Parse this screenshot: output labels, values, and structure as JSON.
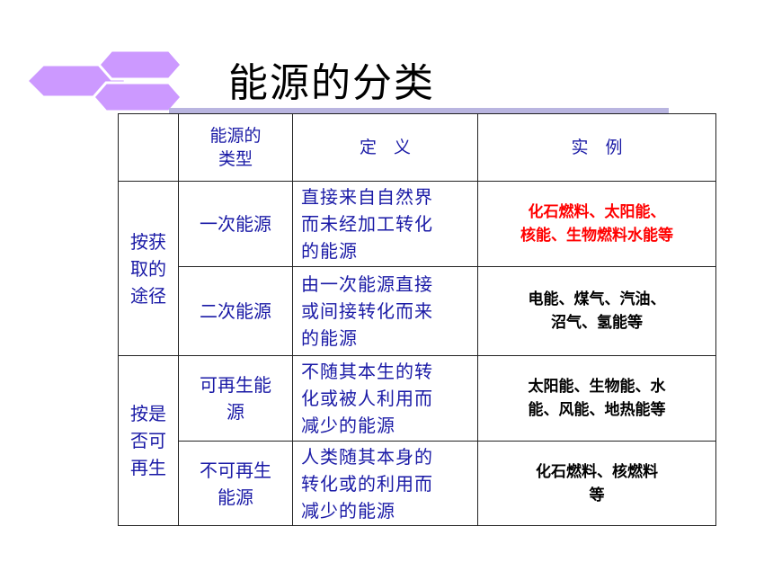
{
  "slide": {
    "title": "能源的分类",
    "accent_color": "#cc99ff",
    "rule_color": "#b9b5e0"
  },
  "table": {
    "header": {
      "type": [
        "能源的",
        "类型"
      ],
      "definition": "定　义",
      "examples": "实　例"
    },
    "groups": [
      {
        "category": [
          "按获",
          "取的",
          "途径"
        ],
        "rows": [
          {
            "type": [
              "一次能源"
            ],
            "definition": [
              "直接来自自然界",
              "而未经加工转化",
              "的能源"
            ],
            "examples": [
              "化石燃料、太阳能、",
              "核能、生物燃料水能等"
            ],
            "examples_color": "#ff0000"
          },
          {
            "type": [
              "二次能源"
            ],
            "definition": [
              "由一次能源直接",
              "或间接转化而来",
              "的能源"
            ],
            "examples": [
              "电能、煤气、汽油、",
              "沼气、氢能等"
            ],
            "examples_color": "#000000"
          }
        ]
      },
      {
        "category": [
          "按是",
          "否可",
          "再生"
        ],
        "rows": [
          {
            "type": [
              "可再生能",
              "源"
            ],
            "definition": [
              "不随其本生的转",
              "化或被人利用而",
              "减少的能源"
            ],
            "examples": [
              "太阳能、生物能、水",
              "能、风能、地热能等"
            ],
            "examples_color": "#000000"
          },
          {
            "type": [
              "不可再生",
              "能源"
            ],
            "definition": [
              "人类随其本身的",
              "转化或的利用而",
              "减少的能源"
            ],
            "examples": [
              "化石燃料、核燃料",
              "等"
            ],
            "examples_color": "#000000"
          }
        ]
      }
    ]
  }
}
